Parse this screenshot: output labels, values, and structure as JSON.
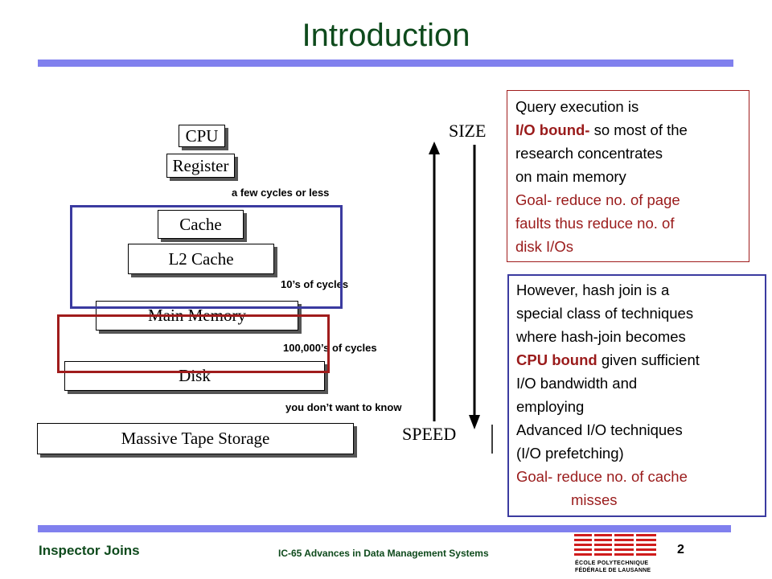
{
  "slide": {
    "title": "Introduction",
    "footer_left": "Inspector Joins",
    "footer_center": "IC-65 Advances in Data Management Systems",
    "page_number": "2"
  },
  "hierarchy": {
    "levels": [
      "CPU",
      "Register",
      "Cache",
      "L2 Cache",
      "Main Memory",
      "Disk",
      "Massive Tape Storage"
    ],
    "notes": [
      "a few cycles or less",
      "10’s of cycles",
      "100,000’s of cycles",
      "you don’t want to know"
    ],
    "axis_top": "SIZE",
    "axis_bottom": "SPEED"
  },
  "box1": {
    "line1": "Query execution is",
    "line2_bold": "I/O bound-",
    "line2_rest": " so most of the",
    "line3": "research concentrates",
    "line4": "on main memory",
    "line5": "Goal- reduce no. of page",
    "line6": "faults thus reduce no. of",
    "line7": "disk I/Os"
  },
  "box2": {
    "line1": "However, hash join is a",
    "line2": "special class of techniques",
    "line3": "where hash-join becomes",
    "line4_bold": "CPU bound",
    "line4_rest": " given sufficient",
    "line5": "I/O bandwidth and",
    "line6": "employing",
    "line7": "Advanced I/O techniques",
    "line8": "(I/O prefetching)",
    "line9": "Goal- reduce no. of cache",
    "line10": "misses"
  },
  "logo": {
    "line1": "ÉCOLE POLYTECHNIQUE",
    "line2": "FÉDÉRALE DE LAUSANNE"
  },
  "colors": {
    "title_green": "#0e4a1c",
    "bar_blue": "#8080ee",
    "frame_blue": "#3b3ba0",
    "frame_red": "#a01c1c",
    "text_red": "#9a1b1b",
    "logo_red": "#d01c1c"
  }
}
